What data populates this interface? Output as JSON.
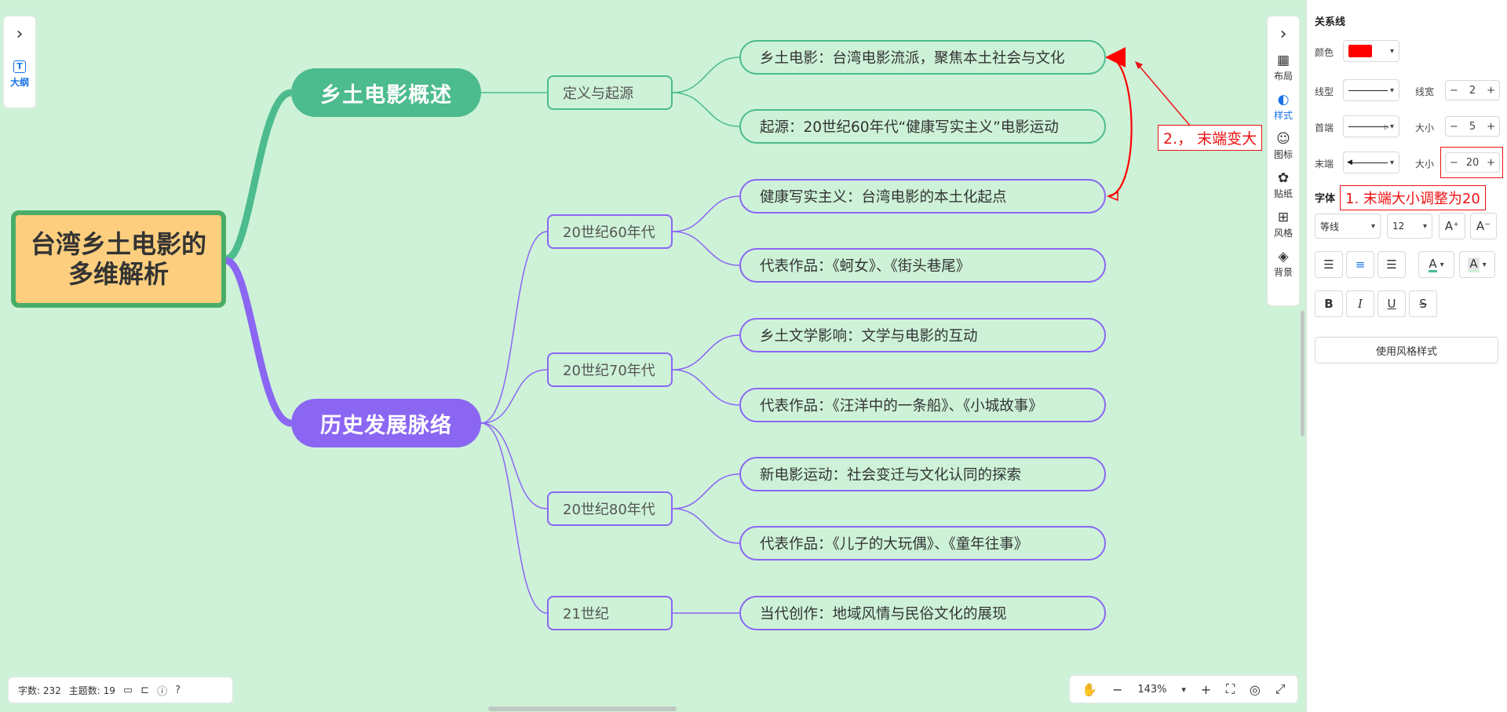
{
  "mindmap": {
    "root": "台湾乡土电影的多维解析",
    "branches": [
      {
        "title": "乡土电影概述",
        "color": "#4cbb8d"
      },
      {
        "title": "历史发展脉络",
        "color": "#8b66f2"
      }
    ],
    "subs": [
      "定义与起源",
      "20世纪60年代",
      "20世纪70年代",
      "20世纪80年代",
      "21世纪"
    ],
    "leaves": [
      "乡土电影：台湾电影流派，聚焦本土社会与文化",
      "起源：20世纪60年代“健康写实主义”电影运动",
      "健康写实主义：台湾电影的本土化起点",
      "代表作品：《蚵女》、《街头巷尾》",
      "乡土文学影响：文学与电影的互动",
      "代表作品：《汪洋中的一条船》、《小城故事》",
      "新电影运动：社会变迁与文化认同的探索",
      "代表作品：《儿子的大玩偶》、《童年往事》",
      "当代创作：地域风情与民俗文化的展现"
    ],
    "relation_line_color": "#ff0000"
  },
  "left_tab": {
    "outline_label": "大纲"
  },
  "toolbar": {
    "items": [
      {
        "label": "布局",
        "icon": "layout-icon"
      },
      {
        "label": "样式",
        "icon": "palette-icon"
      },
      {
        "label": "图标",
        "icon": "smile-icon"
      },
      {
        "label": "贴纸",
        "icon": "sticker-icon"
      },
      {
        "label": "风格",
        "icon": "grid-icon"
      },
      {
        "label": "背景",
        "icon": "layers-icon"
      }
    ]
  },
  "panel": {
    "title": "关系线",
    "color_label": "颜色",
    "color_value": "#ff0000",
    "line_type_label": "线型",
    "line_width_label": "线宽",
    "line_width": "2",
    "start_label": "首端",
    "start_size_label": "大小",
    "start_size": "5",
    "end_label": "末端",
    "end_size_label": "大小",
    "end_size": "20",
    "font_label": "字体",
    "font_family": "等线",
    "font_size": "12",
    "use_style_label": "使用风格样式"
  },
  "annotations": {
    "a1": "1. 末端大小调整为20",
    "a2": "2.，  末端变大"
  },
  "status": {
    "word_count": "字数: 232",
    "topic_count": "主题数: 19"
  },
  "zoom": {
    "level": "143%"
  }
}
